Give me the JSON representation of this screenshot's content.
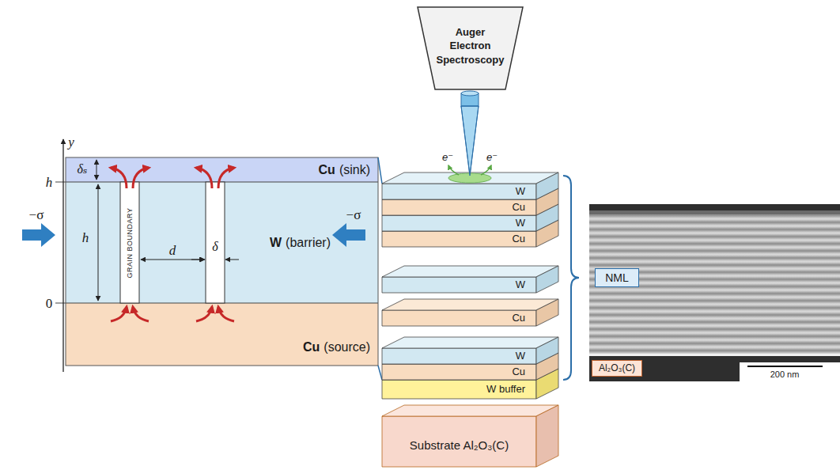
{
  "diagram": {
    "nodes": [
      {
        "text": [
          "Cu",
          "(sink)"
        ]
      },
      {
        "text": [
          "W",
          "(barrier)"
        ]
      },
      {
        "text": [
          "GRAIN BOUNDARY"
        ],
        "in": 1
      },
      {
        "text": [
          "Cu",
          "(source)"
        ]
      },
      {
        "text": [
          "Auger Electron Spectroscopy"
        ]
      },
      {
        "text": [
          "W"
        ]
      },
      {
        "text": [
          "Cu"
        ]
      },
      {
        "text": [
          "W"
        ]
      },
      {
        "text": [
          "Cu"
        ]
      },
      {
        "text": [
          "W"
        ]
      },
      {
        "text": [
          "Cu"
        ]
      },
      {
        "text": [
          "W"
        ]
      },
      {
        "text": [
          "Cu"
        ]
      },
      {
        "text": [
          "W buffer"
        ]
      },
      {
        "text": [
          "Substrate Al₂O₃(C)"
        ]
      },
      {
        "text": [
          "NML"
        ]
      },
      {
        "text": [
          "Al₂O₃(C)"
        ]
      }
    ],
    "labels": [
      "y",
      "h",
      "0",
      "δₛ",
      "h",
      "d",
      "δ",
      "−σ",
      "−σ",
      "e⁻",
      "e⁻",
      "200 nm"
    ]
  }
}
